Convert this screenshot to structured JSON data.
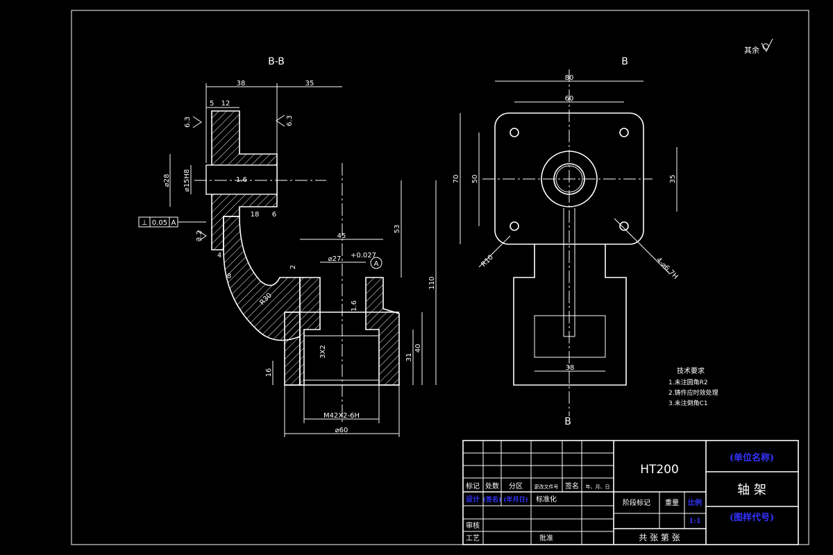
{
  "views": {
    "section_label": "B-B",
    "cut_letter_top": "B",
    "cut_letter_bottom": "B"
  },
  "roughness": {
    "other": "其余",
    "r1": "6.3",
    "r2": "6.3",
    "r3": "3.2",
    "r4": "1.6",
    "r5": "1.6"
  },
  "tolerance_frame": {
    "symbol": "⊥",
    "value": "0.05",
    "datum": "A"
  },
  "datum_letter": "A",
  "section_dims": {
    "d38": "38",
    "d35": "35",
    "d5": "5",
    "d12": "12",
    "d28": "⌀28",
    "d15": "⌀15H8",
    "d18": "18",
    "d6": "6",
    "d4": "4",
    "d8": "8",
    "d45": "45",
    "d27": "⌀27",
    "d27tol": "+0.027",
    "d53": "53",
    "d2": "2",
    "d30": "R30",
    "d110": "110",
    "d3x2": "3X2",
    "d40": "40",
    "d31": "31",
    "d16": "16",
    "thread": "M42X2-6H",
    "d60": "⌀60"
  },
  "front_dims": {
    "d80": "80",
    "d60": "60",
    "d70": "70",
    "d50": "50",
    "d35": "35",
    "r10": "R10",
    "holes": "4-⌀6.7H",
    "d38": "38"
  },
  "tech_req": {
    "title": "技术要求",
    "items": [
      "1.未注圆角R2",
      "2.铸件应时效处理",
      "3.未注倒角C1"
    ]
  },
  "title_block": {
    "material": "HT200",
    "company": "(单位名称)",
    "part_name": "轴  架",
    "drawing_no": "(图样代号)",
    "row_headers": [
      "标记",
      "处数",
      "分区",
      "更改文件号",
      "签名",
      "年、月、日"
    ],
    "design": "设计",
    "sign": "(签名)",
    "date": "(年月日)",
    "standard": "标准化",
    "stage": "阶段标记",
    "weight": "重量",
    "scale": "比例",
    "scale_value": "1:1",
    "check": "审核",
    "process": "工艺",
    "approve": "批准",
    "sheets": "共  张  第  张"
  }
}
